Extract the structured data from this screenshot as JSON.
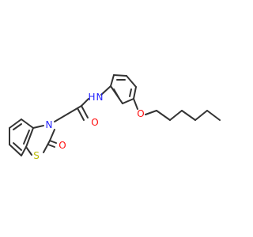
{
  "colors": {
    "bond": "#333333",
    "nitrogen": "#2323ff",
    "oxygen": "#ff0d0d",
    "sulfur": "#bbbb00",
    "background": "#ffffff"
  },
  "atoms": {
    "amide_n": {
      "symbol": "N",
      "hydrogen": "H",
      "element": "nitrogen"
    },
    "amide_o": {
      "symbol": "O",
      "element": "oxygen"
    },
    "ring_n": {
      "symbol": "N",
      "element": "nitrogen"
    },
    "ring_o": {
      "symbol": "O",
      "element": "oxygen"
    },
    "ring_s": {
      "symbol": "S",
      "element": "sulfur"
    },
    "ether_o": {
      "symbol": "O",
      "element": "oxygen"
    }
  }
}
